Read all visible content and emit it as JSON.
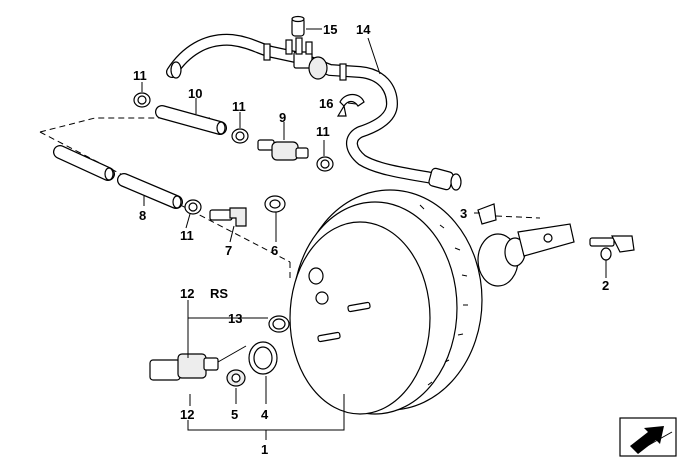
{
  "labels": {
    "p1": "1",
    "p2": "2",
    "p3": "3",
    "p4": "4",
    "p5": "5",
    "p6": "6",
    "p7": "7",
    "p8": "8",
    "p9": "9",
    "p10": "10",
    "p11a": "11",
    "p11b": "11",
    "p11c": "11",
    "p11d": "11",
    "p12rs_num": "12",
    "p12rs_suffix": "RS",
    "p12b": "12",
    "p13": "13",
    "p14": "14",
    "p15": "15",
    "p16": "16"
  },
  "icons": {
    "corner": "diagram-orientation-icon"
  }
}
